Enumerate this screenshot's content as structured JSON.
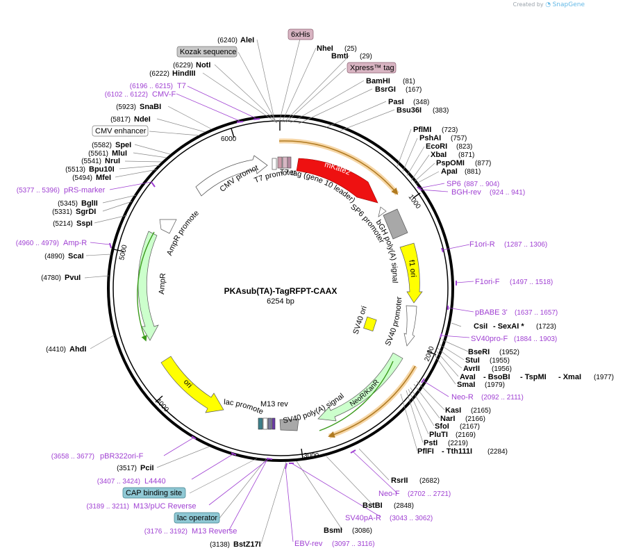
{
  "created_by": "Created by",
  "brand": "SnapGene",
  "plasmid": {
    "name": "PKAsub(TA)-TagRFPT-CAAX",
    "length": "6254 bp",
    "total_bp": 6254
  },
  "ticks": [
    "1000",
    "2000",
    "3000",
    "4000",
    "5000",
    "6000"
  ],
  "colors": {
    "primer": "#9f3fd2",
    "enzyme": "#000000",
    "mkate2": "#ee1111",
    "f1ori": "#ffff00",
    "ampr": "#ccffcc",
    "neo": "#ccffcc",
    "promoter": "#ffffff",
    "terminator": "#999999",
    "ori": "#ffff00",
    "orf": "#b07a20",
    "orf_glow": "#f6d6a6"
  },
  "enzymes": [
    {
      "name": "AleI",
      "pos": "(6240)"
    },
    {
      "name": "NheI",
      "pos": "(25)"
    },
    {
      "name": "BmtI",
      "pos": "(29)"
    },
    {
      "name": "NotI",
      "pos": "(6229)"
    },
    {
      "name": "HindIII",
      "pos": "(6222)"
    },
    {
      "name": "BamHI",
      "pos": "(81)"
    },
    {
      "name": "BsrGI",
      "pos": "(167)"
    },
    {
      "name": "PasI",
      "pos": "(348)"
    },
    {
      "name": "Bsu36I",
      "pos": "(383)"
    },
    {
      "name": "SnaBI",
      "pos": "(5923)"
    },
    {
      "name": "NdeI",
      "pos": "(5817)"
    },
    {
      "name": "PflMI",
      "pos": "(723)"
    },
    {
      "name": "PshAI",
      "pos": "(757)"
    },
    {
      "name": "EcoRI",
      "pos": "(823)"
    },
    {
      "name": "XbaI",
      "pos": "(871)"
    },
    {
      "name": "PspOMI",
      "pos": "(877)"
    },
    {
      "name": "ApaI",
      "pos": "(881)"
    },
    {
      "name": "SpeI",
      "pos": "(5582)"
    },
    {
      "name": "MluI",
      "pos": "(5561)"
    },
    {
      "name": "NruI",
      "pos": "(5541)"
    },
    {
      "name": "Bpu10I",
      "pos": "(5513)"
    },
    {
      "name": "MfeI",
      "pos": "(5494)"
    },
    {
      "name": "BglII",
      "pos": "(5345)"
    },
    {
      "name": "SgrDI",
      "pos": "(5331)"
    },
    {
      "name": "SspI",
      "pos": "(5214)"
    },
    {
      "name": "ScaI",
      "pos": "(4890)"
    },
    {
      "name": "PvuI",
      "pos": "(4780)"
    },
    {
      "name": "AhdI",
      "pos": "(4410)"
    },
    {
      "name": "CsiI",
      "pos": ""
    },
    {
      "name": "- SexAI *",
      "pos": "(1723)"
    },
    {
      "name": "BseRI",
      "pos": "(1952)"
    },
    {
      "name": "StuI",
      "pos": "(1955)"
    },
    {
      "name": "AvrII",
      "pos": "(1956)"
    },
    {
      "name": "AvaI",
      "pos": ""
    },
    {
      "name": "- BsoBI",
      "pos": ""
    },
    {
      "name": "- TspMI",
      "pos": ""
    },
    {
      "name": "- XmaI",
      "pos": "(1977)"
    },
    {
      "name": "SmaI",
      "pos": "(1979)"
    },
    {
      "name": "KasI",
      "pos": "(2165)"
    },
    {
      "name": "NarI",
      "pos": "(2166)"
    },
    {
      "name": "SfoI",
      "pos": "(2167)"
    },
    {
      "name": "PluTI",
      "pos": "(2169)"
    },
    {
      "name": "PstI",
      "pos": "(2219)"
    },
    {
      "name": "PflFI",
      "pos": ""
    },
    {
      "name": "- Tth111I",
      "pos": "(2284)"
    },
    {
      "name": "RsrII",
      "pos": "(2682)"
    },
    {
      "name": "BstBI",
      "pos": "(2848)"
    },
    {
      "name": "BsmI",
      "pos": "(3086)"
    },
    {
      "name": "PciI",
      "pos": "(3517)"
    },
    {
      "name": "BstZ17I",
      "pos": "(3138)"
    }
  ],
  "primers": [
    {
      "name": "T7",
      "range": "(6196 .. 6215)"
    },
    {
      "name": "CMV-F",
      "range": "(6102 .. 6122)"
    },
    {
      "name": "pRS-marker",
      "range": "(5377 .. 5396)"
    },
    {
      "name": "Amp-R",
      "range": "(4960 .. 4979)"
    },
    {
      "name": "SP6",
      "range": "(887 .. 904)"
    },
    {
      "name": "BGH-rev",
      "range": "(924 .. 941)"
    },
    {
      "name": "F1ori-R",
      "range": "(1287 .. 1306)"
    },
    {
      "name": "F1ori-F",
      "range": "(1497 .. 1518)"
    },
    {
      "name": "pBABE 3'",
      "range": "(1637 .. 1657)"
    },
    {
      "name": "SV40pro-F",
      "range": "(1884 .. 1903)"
    },
    {
      "name": "Neo-R",
      "range": "(2092 .. 2111)"
    },
    {
      "name": "Neo-F",
      "range": "(2702 .. 2721)"
    },
    {
      "name": "SV40pA-R",
      "range": "(3043 .. 3062)"
    },
    {
      "name": "EBV-rev",
      "range": "(3097 .. 3116)"
    },
    {
      "name": "pBR322ori-F",
      "range": "(3658 .. 3677)"
    },
    {
      "name": "L4440",
      "range": "(3407 .. 3424)"
    },
    {
      "name": "M13/pUC Reverse",
      "range": "(3189 .. 3211)"
    },
    {
      "name": "M13 Reverse",
      "range": "(3176 .. 3192)"
    }
  ],
  "boxed_features": [
    "6xHis",
    "Kozak sequence",
    "Xpress™ tag",
    "CMV enhancer",
    "CAP binding site",
    "lac operator"
  ],
  "features": {
    "mkate2": "mKate2",
    "cmv_promoter": "CMV promoter",
    "t7_promoter": "T7 promoter",
    "t7_tag": "T7 tag (gene 10 leader)",
    "sp6_promoter": "SP6 promoter",
    "bgh_polya": "bGH poly(A) signal",
    "f1_ori": "f1 ori",
    "sv40_promoter": "SV40 promoter",
    "sv40_ori": "SV40 ori",
    "neo_kanr": "NeoR/KanR",
    "sv40_polya": "SV40 poly(A) signal",
    "m13_rev": "M13 rev",
    "lac_promoter": "lac promoter",
    "ori": "ori",
    "ampr": "AmpR",
    "ampr_promoter": "AmpR promoter"
  }
}
